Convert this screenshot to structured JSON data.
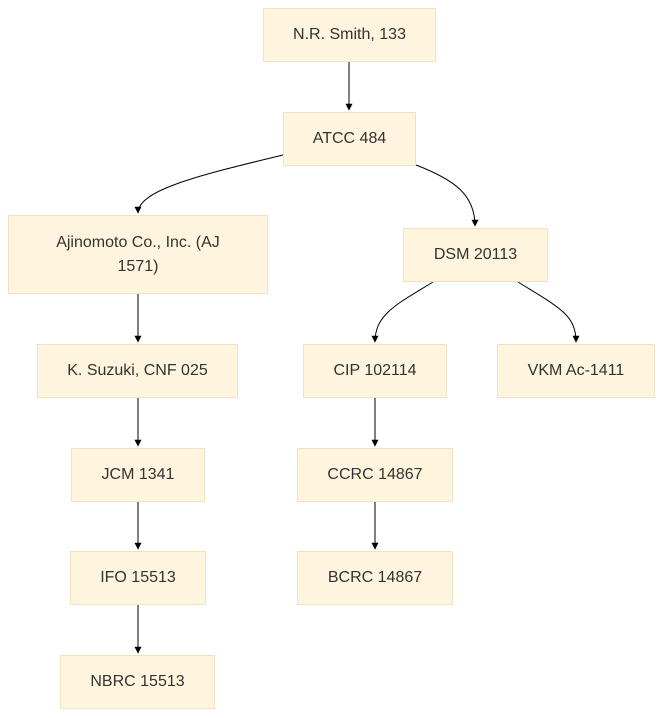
{
  "nodes": {
    "nr_smith": "N.R. Smith, 133",
    "atcc": "ATCC 484",
    "ajinomoto": "Ajinomoto Co., Inc. (AJ 1571)",
    "dsm": "DSM 20113",
    "suzuki": "K. Suzuki, CNF 025",
    "cip": "CIP 102114",
    "vkm": "VKM Ac-1411",
    "jcm": "JCM 1341",
    "ccrc": "CCRC 14867",
    "ifo": "IFO 15513",
    "bcrc": "BCRC 14867",
    "nbrc": "NBRC 15513"
  },
  "edges": [
    [
      "nr_smith",
      "atcc"
    ],
    [
      "atcc",
      "ajinomoto"
    ],
    [
      "atcc",
      "dsm"
    ],
    [
      "ajinomoto",
      "suzuki"
    ],
    [
      "suzuki",
      "jcm"
    ],
    [
      "jcm",
      "ifo"
    ],
    [
      "ifo",
      "nbrc"
    ],
    [
      "dsm",
      "cip"
    ],
    [
      "dsm",
      "vkm"
    ],
    [
      "cip",
      "ccrc"
    ],
    [
      "ccrc",
      "bcrc"
    ]
  ]
}
